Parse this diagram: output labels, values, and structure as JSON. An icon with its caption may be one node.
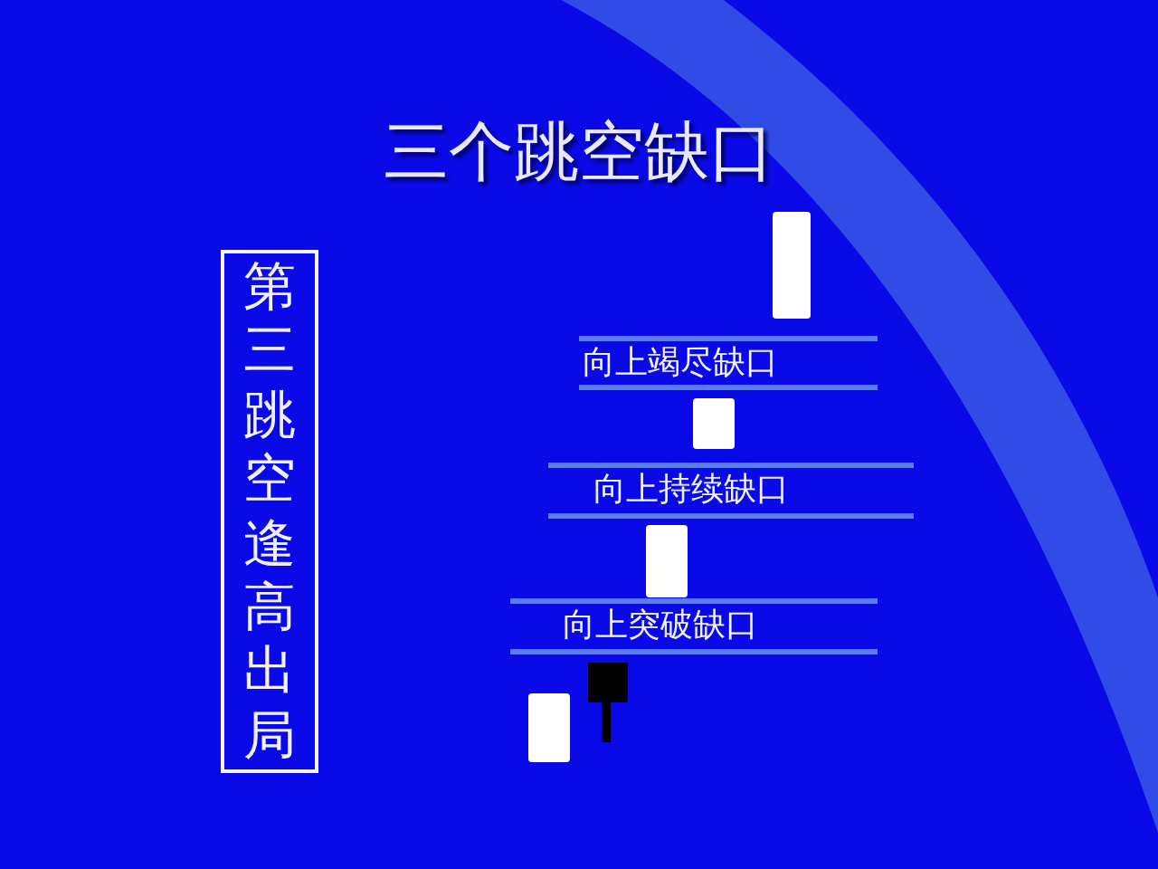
{
  "diagram": {
    "title": "三个跳空缺口",
    "nodes": [
      {
        "text": [
          "第三跳空逢高出局"
        ]
      }
    ],
    "edges": [],
    "labels": [
      "向上竭尽缺口",
      "向上持续缺口",
      "向上突破缺口"
    ]
  }
}
